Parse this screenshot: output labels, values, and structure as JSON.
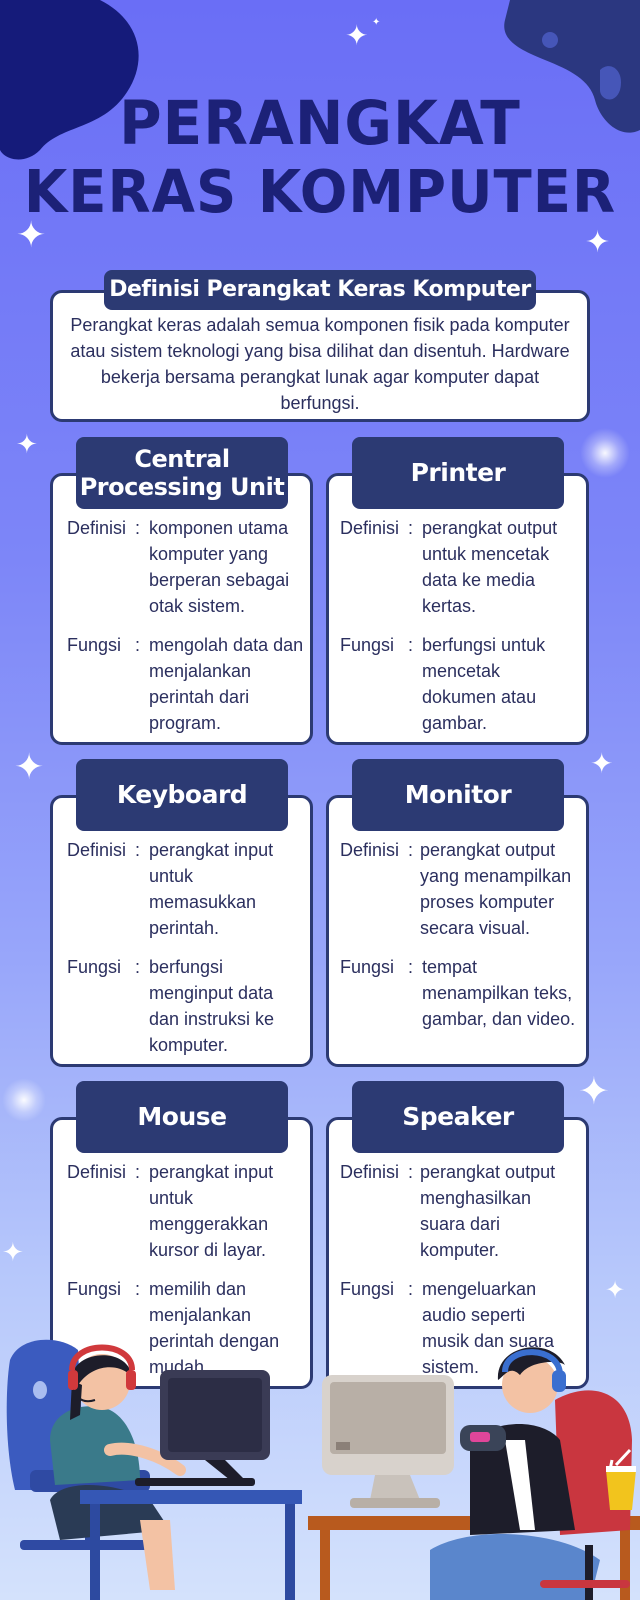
{
  "title": {
    "line1": "PERANGKAT",
    "line2": "KERAS KOMPUTER"
  },
  "definition": {
    "label": "Definisi Perangkat Keras Komputer",
    "text": "Perangkat keras adalah semua komponen fisik pada komputer atau sistem teknologi yang bisa dilihat dan disentuh. Hardware bekerja bersama perangkat lunak agar komputer dapat berfungsi."
  },
  "field_labels": {
    "definisi": "Definisi",
    "fungsi": "Fungsi",
    "colon": ":"
  },
  "cards": [
    {
      "name": "Central Processing Unit",
      "definisi": "komponen utama komputer yang berperan sebagai otak sistem.",
      "fungsi": "mengolah data dan menjalankan perintah dari program."
    },
    {
      "name": "Printer",
      "definisi": "perangkat output untuk mencetak data ke media kertas.",
      "fungsi": "berfungsi untuk mencetak dokumen atau gambar."
    },
    {
      "name": "Keyboard",
      "definisi": "perangkat input untuk memasukkan perintah.",
      "fungsi": "berfungsi menginput data dan instruksi ke komputer."
    },
    {
      "name": "Monitor",
      "definisi": "perangkat output yang menampilkan proses komputer secara visual.",
      "fungsi": "tempat menampilkan teks, gambar, dan video."
    },
    {
      "name": "Mouse",
      "definisi": "perangkat input untuk menggerakkan kursor di layar.",
      "fungsi": "memilih dan menjalankan perintah dengan mudah."
    },
    {
      "name": "Speaker",
      "definisi": "perangkat output menghasilkan suara dari komputer.",
      "fungsi": "mengeluarkan audio seperti musik dan suara sistem."
    }
  ],
  "colors": {
    "background_top": "#6a6ef6",
    "background_bottom": "#d4e2fc",
    "title": "#1c2177",
    "label_bg": "#2c3a73",
    "card_bg": "#ffffff"
  },
  "icons": [
    "sparkle-icon",
    "blob-shape",
    "gamer-girl-illustration",
    "gamer-boy-illustration",
    "computer-desk-illustration"
  ]
}
